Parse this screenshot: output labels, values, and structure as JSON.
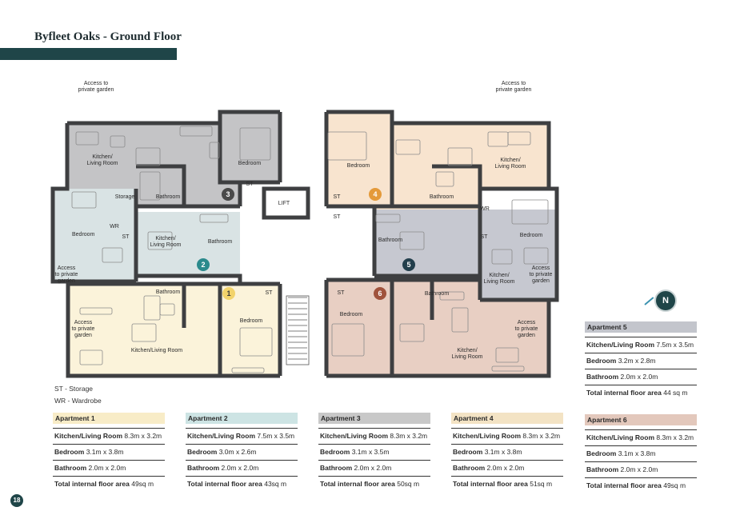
{
  "page": {
    "title": "Byfleet Oaks - Ground Floor",
    "page_number": "18",
    "north": "N"
  },
  "plan": {
    "labels": {
      "access_garden": [
        "Access to",
        "private garden"
      ],
      "access_garden_short": [
        "Access",
        "to private",
        "garden"
      ],
      "bedroom": "Bedroom",
      "bathroom": "Bathroom",
      "kitchen_living": [
        "Kitchen/",
        "Living Room"
      ],
      "kitchen_living_line": "Kitchen/Living Room",
      "storage": "Storage",
      "lift": "LIFT",
      "st": "ST",
      "wr": "WR"
    },
    "badges": [
      "1",
      "2",
      "3",
      "4",
      "5",
      "6"
    ],
    "badge_colors": {
      "1": "#f2d36b",
      "2": "#2b8a8c",
      "3": "#4a4a4a",
      "4": "#e49a3a",
      "5": "#233f4c",
      "6": "#a0533c"
    },
    "fill_colors": {
      "apt1": "#fbf3da",
      "apt2": "#d9e3e4",
      "apt3": "#c4c4c6",
      "apt4": "#f8e4cf",
      "apt5": "#c6c8d0",
      "apt6": "#e8cfc3",
      "wall": "#3e3f41",
      "core": "#ffffff"
    }
  },
  "legend": {
    "st": "ST - Storage",
    "wr": "WR - Wardrobe"
  },
  "apartments": [
    {
      "name": "Apartment 1",
      "color": "#f8ecc7",
      "rows": [
        {
          "label": "Kitchen/Living Room",
          "value": "8.3m x 3.2m"
        },
        {
          "label": "Bedroom",
          "value": "3.1m x 3.8m"
        },
        {
          "label": "Bathroom",
          "value": "2.0m x 2.0m"
        },
        {
          "label": "Total internal floor area",
          "value": "49sq m"
        }
      ]
    },
    {
      "name": "Apartment 2",
      "color": "#cde4e4",
      "rows": [
        {
          "label": "Kitchen/Living Room",
          "value": "7.5m x 3.5m"
        },
        {
          "label": "Bedroom",
          "value": "3.0m x 2.6m"
        },
        {
          "label": "Bathroom",
          "value": "2.0m x 2.0m"
        },
        {
          "label": "Total internal floor area",
          "value": "43sq m"
        }
      ]
    },
    {
      "name": "Apartment 3",
      "color": "#c8c8c8",
      "rows": [
        {
          "label": "Kitchen/Living Room",
          "value": "8.3m x 3.2m"
        },
        {
          "label": "Bedroom",
          "value": "3.1m x 3.5m"
        },
        {
          "label": "Bathroom",
          "value": "2.0m x 2.0m"
        },
        {
          "label": "Total internal floor area",
          "value": "50sq m"
        }
      ]
    },
    {
      "name": "Apartment 4",
      "color": "#f3e3c4",
      "rows": [
        {
          "label": "Kitchen/Living Room",
          "value": "8.3m x 3.2m"
        },
        {
          "label": "Bedroom",
          "value": "3.1m x 3.8m"
        },
        {
          "label": "Bathroom",
          "value": "2.0m x 2.0m"
        },
        {
          "label": "Total internal floor area",
          "value": "51sq m"
        }
      ]
    },
    {
      "name": "Apartment 5",
      "color": "#c3c5cc",
      "rows": [
        {
          "label": "Kitchen/Living Room",
          "value": "7.5m x 3.5m"
        },
        {
          "label": "Bedroom",
          "value": "3.2m x 2.8m"
        },
        {
          "label": "Bathroom",
          "value": "2.0m x 2.0m"
        },
        {
          "label": "Total internal floor area",
          "value": "44 sq m"
        }
      ]
    },
    {
      "name": "Apartment 6",
      "color": "#e3c8bc",
      "rows": [
        {
          "label": "Kitchen/Living Room",
          "value": "8.3m x 3.2m"
        },
        {
          "label": "Bedroom",
          "value": "3.1m x 3.8m"
        },
        {
          "label": "Bathroom",
          "value": "2.0m x 2.0m"
        },
        {
          "label": "Total internal floor area",
          "value": "49sq m"
        }
      ]
    }
  ]
}
